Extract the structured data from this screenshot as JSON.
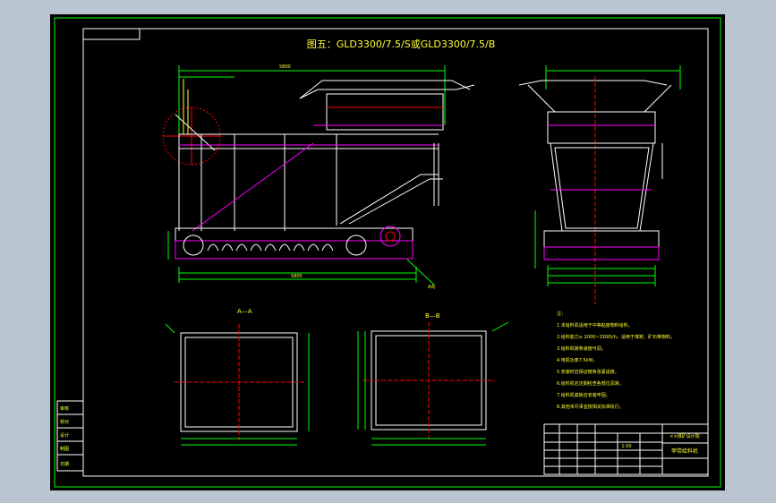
{
  "drawing": {
    "title": "图五：GLD3300/7.5/S或GLD3300/7.5/B",
    "section_a_label": "A—A",
    "section_b_label": "B—B",
    "notes_heading": "注：",
    "notes": [
      "1.本给料机适用于中等粘度物料给料。",
      "2.给料能力≥ 2000~3300t/h，适用于煤炭、矿石等物料。",
      "3.给料机链条速度可调。",
      "4.电机功率7.5kW。",
      "5.安装时应保证链条张紧适度。",
      "6.给料机应定期检查各部位润滑。",
      "7.给料机底板应安装牢固。",
      "8.其他未尽事宜按相关标准执行。"
    ],
    "title_block": {
      "company": "××煤矿设计院",
      "product_name": "甲带给料机",
      "scale": "1:50"
    },
    "left_stamp": [
      "审核",
      "校对",
      "设计",
      "制图",
      "日期"
    ]
  },
  "colors": {
    "desktop": "#b9c6d1",
    "canvas": "#000000",
    "border": "#00ff00",
    "frame": "#ffffff",
    "dimension": "#00ff00",
    "magenta": "#ff00ff",
    "red": "#ff0000",
    "text": "#ffff33"
  }
}
